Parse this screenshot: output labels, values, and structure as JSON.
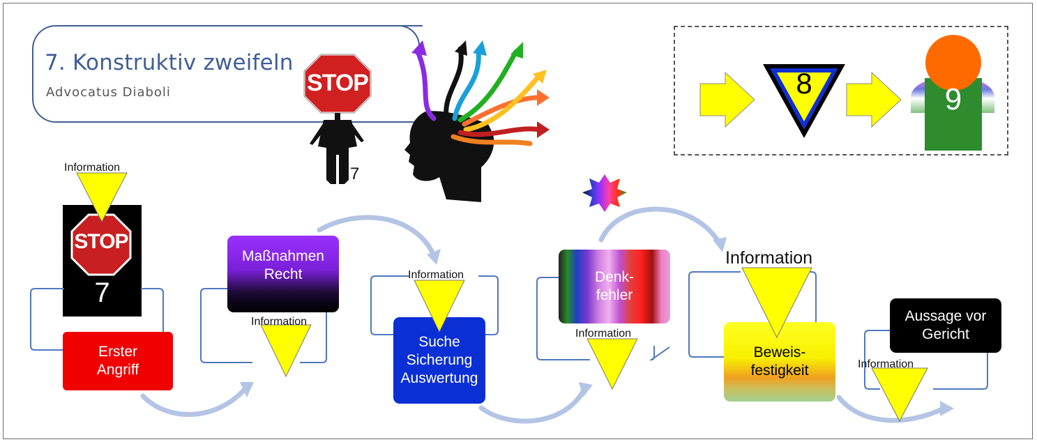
{
  "title": "7. Konstruktiv zweifeln",
  "subtitle": "Advocatus Diaboli",
  "stop_text": "STOP",
  "figure_number": "7",
  "stop_card_number": "7",
  "badge_8": "8",
  "badge_9": "9",
  "info_label": "Information",
  "steps": [
    {
      "id": "erster-angriff",
      "label": "Erster\nAngriff",
      "bg": "#f00000",
      "color": "#ffffff"
    },
    {
      "id": "massnahmen-recht",
      "label": "Maßnahmen\nRecht",
      "bg": "#8a2be2",
      "color": "#ffffff"
    },
    {
      "id": "suche-sicherung",
      "label": "Suche\nSicherung\nAuswertung",
      "bg": "#0a2fd4",
      "color": "#ffffff"
    },
    {
      "id": "denkfehler",
      "label": "Denk-\nfehler",
      "bg": "#d060e0",
      "color": "#ffffff"
    },
    {
      "id": "beweisfestigkeit",
      "label": "Beweis-\nfestigkeit",
      "bg": "#ffff00",
      "color": "#000000"
    },
    {
      "id": "aussage",
      "label": "Aussage vor\nGericht",
      "bg": "#000000",
      "color": "#ffffff"
    }
  ],
  "colors": {
    "accent": "#3f5e96",
    "triangle": "#ffff00",
    "arrow_curve": "#b4c4e4",
    "bracket": "#4f78c0"
  }
}
